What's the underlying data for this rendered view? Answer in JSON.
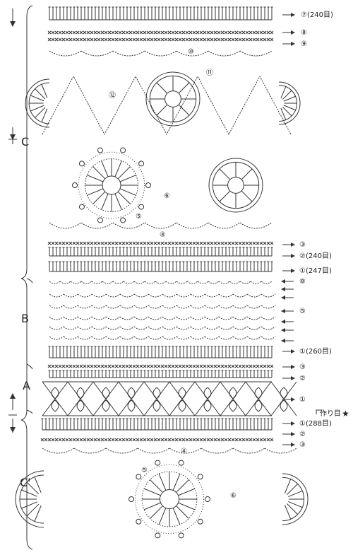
{
  "sections": {
    "c_label": "C",
    "b_label": "B",
    "a_label": "A",
    "c_prime_label": "C'"
  },
  "row_labels_c": [
    {
      "num": "⑦",
      "note": "(240目)"
    },
    {
      "num": "⑧",
      "note": ""
    },
    {
      "num": "⑨",
      "note": ""
    },
    {
      "num": "⑩",
      "note": ""
    },
    {
      "num": "⑪",
      "note": ""
    },
    {
      "num": "⑫",
      "note": ""
    },
    {
      "num": "⑥",
      "note": ""
    },
    {
      "num": "⑤",
      "note": ""
    },
    {
      "num": "④",
      "note": ""
    },
    {
      "num": "③",
      "note": ""
    },
    {
      "num": "②",
      "note": "(240目)"
    },
    {
      "num": "①",
      "note": "(247目)"
    }
  ],
  "row_labels_b": [
    {
      "num": "⑧",
      "note": ""
    },
    {
      "num": "⑤",
      "note": ""
    },
    {
      "num": "①",
      "note": "(260目)"
    }
  ],
  "row_labels_a": [
    {
      "num": "③",
      "note": ""
    },
    {
      "num": "②",
      "note": ""
    },
    {
      "num": "①",
      "note": ""
    }
  ],
  "foundation_note": "作り目",
  "star": "★",
  "row_labels_cprime": [
    {
      "num": "①",
      "note": "(288目)"
    },
    {
      "num": "②",
      "note": ""
    },
    {
      "num": "③",
      "note": ""
    },
    {
      "num": "④",
      "note": ""
    },
    {
      "num": "⑤",
      "note": ""
    },
    {
      "num": "⑥",
      "note": ""
    }
  ]
}
